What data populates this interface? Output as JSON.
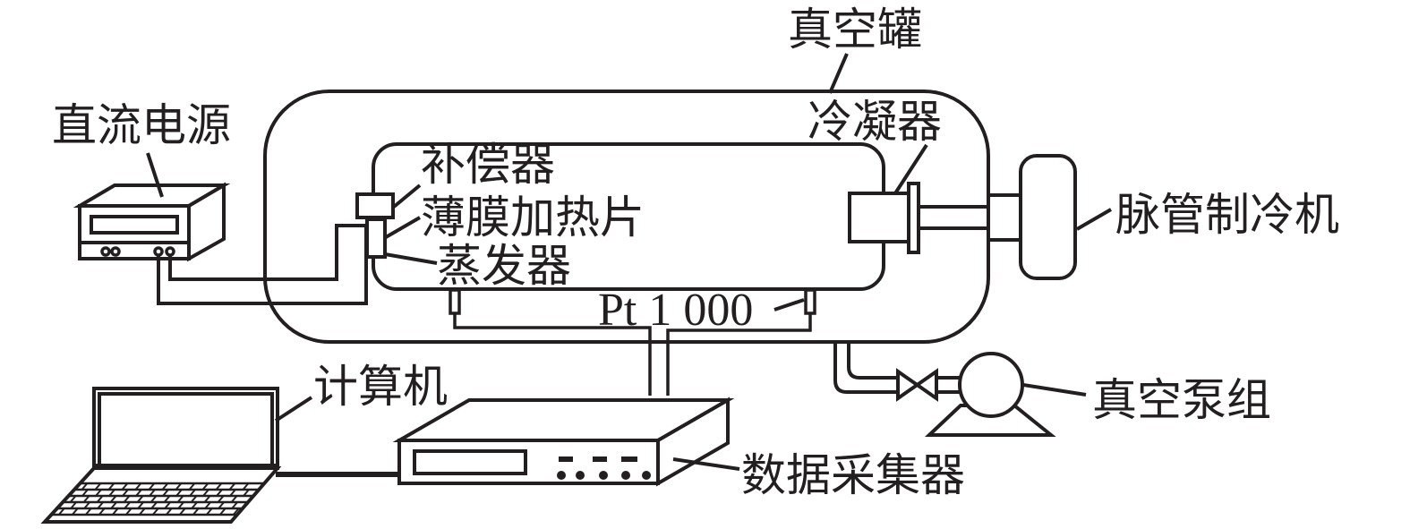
{
  "diagram": {
    "type": "experimental-apparatus-schematic",
    "labels": {
      "vacuum_tank": "真空罐",
      "dc_power_supply": "直流电源",
      "condenser": "冷凝器",
      "compensator": "补偿器",
      "thin_film_heater": "薄膜加热片",
      "evaporator": "蒸发器",
      "pulse_tube_cryocooler": "脉管制冷机",
      "temperature_sensor": "Pt 1 000",
      "computer": "计算机",
      "vacuum_pump_unit": "真空泵组",
      "data_acquisition": "数据采集器"
    },
    "colors": {
      "line": "#231f20",
      "background": "#ffffff"
    }
  }
}
